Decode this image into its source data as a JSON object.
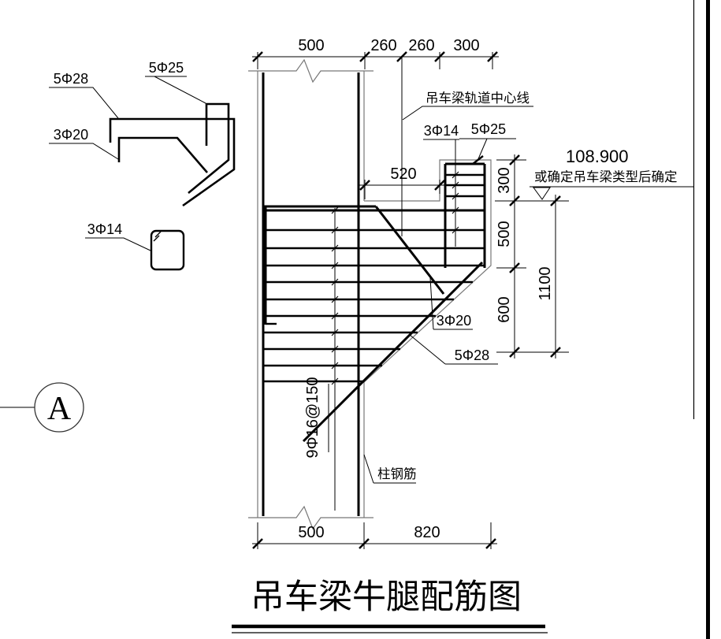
{
  "title": {
    "text": "吊车梁牛腿配筋图"
  },
  "grid": {
    "label": "A"
  },
  "elevation": {
    "value": "108.900",
    "note": "或确定吊车梁类型后确定"
  },
  "annotations": {
    "rail_centerline": "吊车梁轨道中心线",
    "column_rebar": "柱钢筋",
    "column_stirrups": "9Φ16@150"
  },
  "rebar_labels": {
    "r5phi28": "5Φ28",
    "r5phi25": "5Φ25",
    "r3phi20": "3Φ20",
    "r3phi14": "3Φ14"
  },
  "dims": {
    "top": [
      "500",
      "260",
      "260",
      "300"
    ],
    "mid": [
      "520"
    ],
    "right": [
      "300",
      "500",
      "600",
      "1100"
    ],
    "bottom": [
      "500",
      "820"
    ]
  }
}
